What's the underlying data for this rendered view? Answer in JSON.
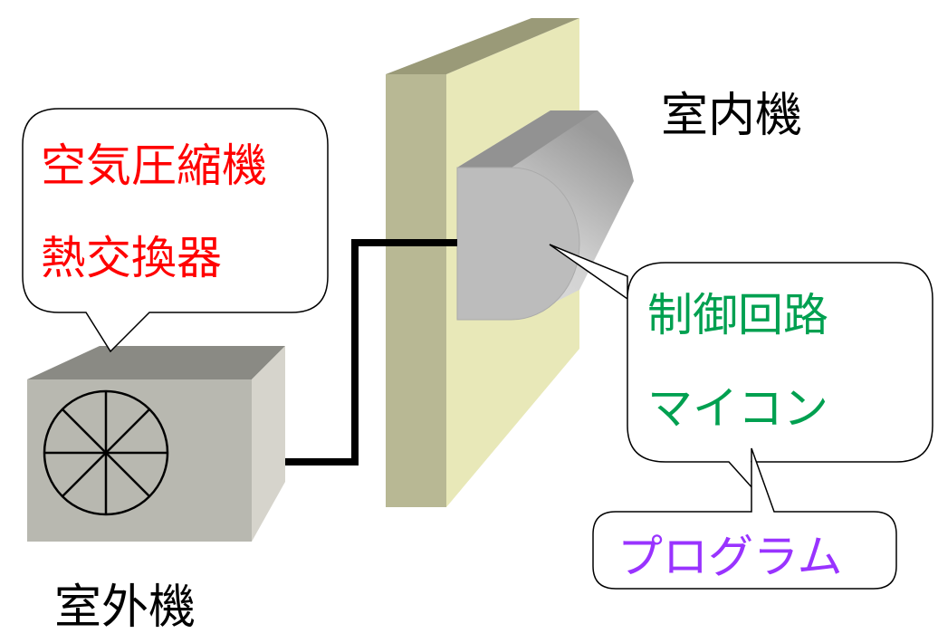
{
  "labels": {
    "indoor_unit": "室内機",
    "outdoor_unit": "室外機"
  },
  "callouts": {
    "outdoor": {
      "lines": [
        "空気圧縮機",
        "熱交換器"
      ],
      "color": "#ff0000"
    },
    "indoor": {
      "lines": [
        "制御回路",
        "マイコン"
      ],
      "color": "#00a050"
    },
    "software": {
      "lines": [
        "プログラム"
      ],
      "color": "#9933ff"
    }
  },
  "colors": {
    "wall_front": "#b8b894",
    "wall_top": "#9a9a78",
    "wall_side": "#e8e8b8",
    "unit_front": "#b8b8b0",
    "unit_top": "#8a8a84",
    "unit_side": "#d6d4cc",
    "indoor_face": "#bcbcbc"
  }
}
